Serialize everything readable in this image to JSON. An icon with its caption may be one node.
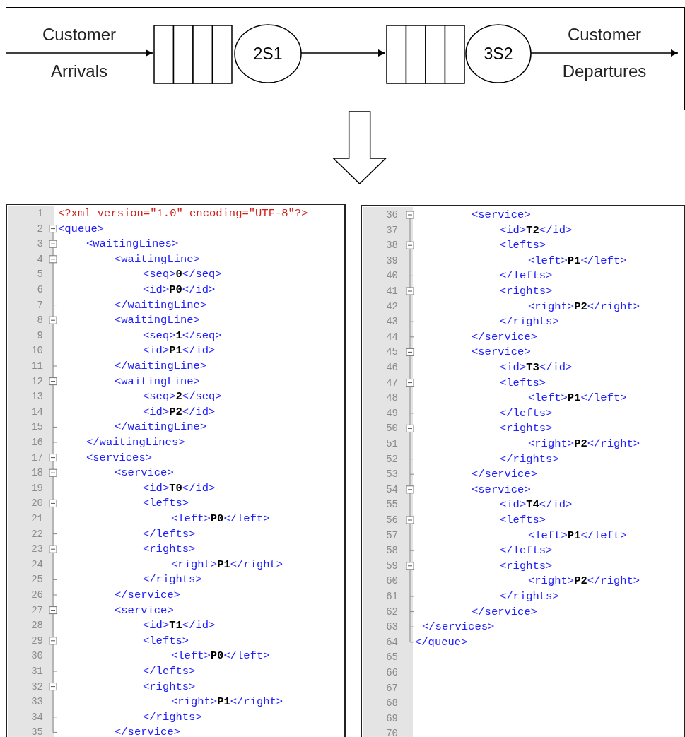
{
  "diagram": {
    "nodes": [
      {
        "text": [],
        "shape": "box"
      },
      {
        "text": [],
        "shape": "queue",
        "in": 0
      },
      {
        "text": [
          "2S1"
        ],
        "in": 0
      },
      {
        "text": [],
        "shape": "queue",
        "in": 0
      },
      {
        "text": [
          "3S2"
        ],
        "in": 0
      },
      {
        "text": [],
        "shape": "box"
      },
      {
        "text": [
          "1",
          "2",
          "3",
          "4",
          "5",
          "6",
          "7",
          "8",
          "9",
          "10",
          "11",
          "12",
          "13",
          "14",
          "15",
          "16",
          "17",
          "18",
          "19",
          "20",
          "21",
          "22",
          "23",
          "24",
          "25",
          "26",
          "27",
          "28",
          "29",
          "30",
          "31",
          "32",
          "33",
          "34",
          "35"
        ],
        "in": 5
      },
      {
        "text": [
          "<?xml version=\"1.0\" encoding=\"UTF-8\"?>",
          "<queue>",
          "<waitingLines>",
          "<waitingLine>",
          "<seq>**0**</seq>",
          "<id>**P0**</id>",
          "</waitingLine>",
          "<waitingLine>",
          "<seq>**1**</seq>",
          "<id>**P1**</id>",
          "</waitingLine>",
          "<waitingLine>",
          "<seq>**2**</seq>",
          "<id>**P2**</id>",
          "</waitingLine>",
          "</waitingLines>",
          "<services>",
          "<service>",
          "<id>**T0**</id>",
          "<lefts>",
          "<left>**P0**</left>",
          "</lefts>",
          "<rights>",
          "<right>**P1**</right>",
          "</rights>",
          "</service>",
          "<service>",
          "<id>**T1**</id>",
          "<lefts>",
          "<left>**P0**</left>",
          "</lefts>",
          "<rights>",
          "<right>**P1**</right>",
          "</rights>",
          "</service>"
        ],
        "in": 5
      },
      {
        "text": [],
        "shape": "box"
      },
      {
        "text": [
          "36",
          "37",
          "38",
          "39",
          "40",
          "41",
          "42",
          "43",
          "44",
          "45",
          "46",
          "47",
          "48",
          "49",
          "50",
          "51",
          "52",
          "53",
          "54",
          "55",
          "56",
          "57",
          "58",
          "59",
          "60",
          "61",
          "62",
          "63",
          "64",
          "65",
          "66",
          "67",
          "68",
          "69",
          "70"
        ],
        "in": 8
      },
      {
        "text": [
          "<service>",
          "<id>**T2**</id>",
          "<lefts>",
          "<left>**P1**</left>",
          "</lefts>",
          "<rights>",
          "<right>**P2**</right>",
          "</rights>",
          "</service>",
          "<service>",
          "<id>**T3**</id>",
          "<lefts>",
          "<left>**P1**</left>",
          "</lefts>",
          "<rights>",
          "<right>**P2**</right>",
          "</rights>",
          "</service>",
          "<service>",
          "<id>**T4**</id>",
          "<lefts>",
          "<left>**P1**</left>",
          "</lefts>",
          "<rights>",
          "<right>**P2**</right>",
          "</rights>",
          "</service>",
          "</services>",
          "</queue>"
        ],
        "in": 8
      }
    ],
    "edges": [
      {
        "from": null,
        "to": 1,
        "arrow": "to",
        "label": "Customer Arrivals"
      },
      {
        "from": 2,
        "to": 3,
        "arrow": "to"
      },
      {
        "from": 4,
        "to": null,
        "arrow": "to",
        "label": "Customer Departures"
      },
      {
        "from": 0,
        "to": null,
        "arrow": "to",
        "style": "thick"
      }
    ]
  }
}
